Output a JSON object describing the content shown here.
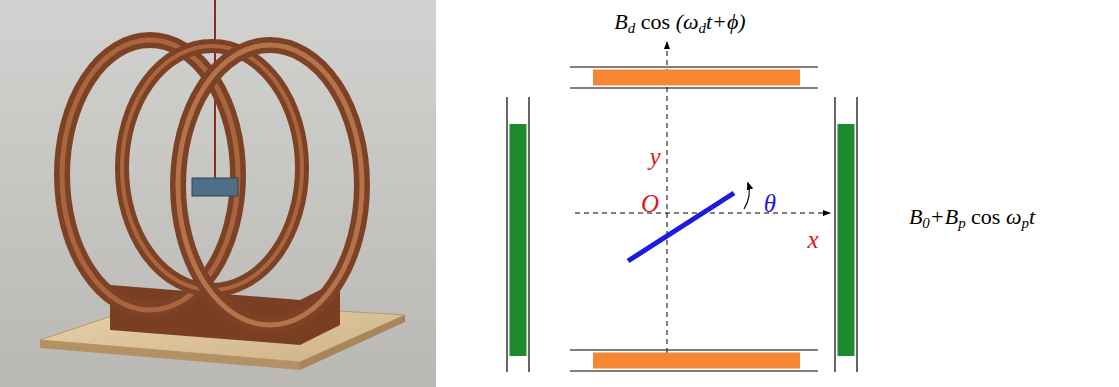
{
  "diagram": {
    "labels": [
      "Bd cos (ωdt+ϕ)",
      "y",
      "O",
      "θ",
      "x",
      "B0+Bp cos ωpt"
    ]
  }
}
